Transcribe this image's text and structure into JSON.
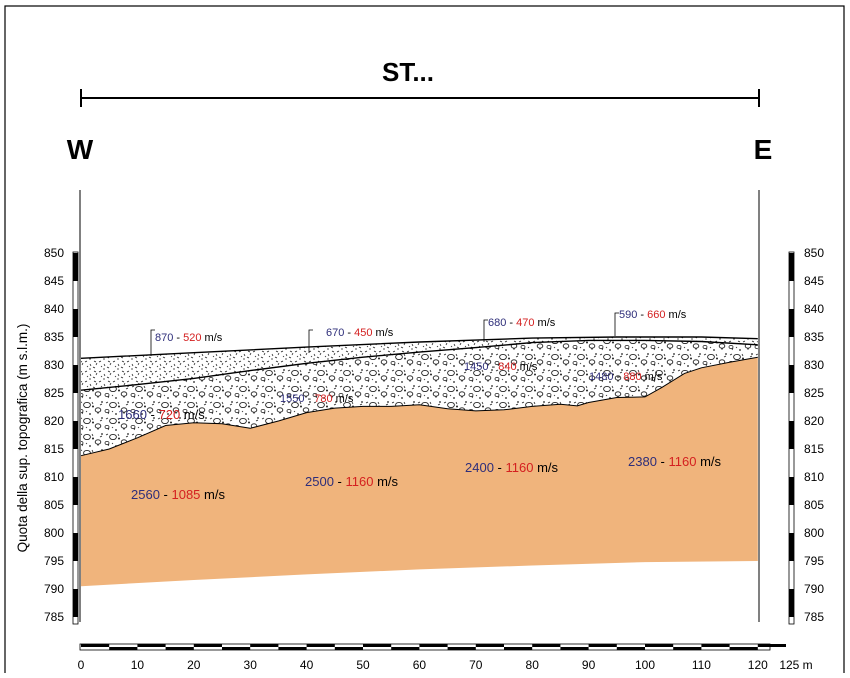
{
  "title": "ST...",
  "direction_left": "W",
  "direction_right": "E",
  "y_axis_label": "Quota della sup. topografica (m s.l.m.)",
  "y_ticks": [
    "850",
    "845",
    "840",
    "835",
    "830",
    "825",
    "820",
    "815",
    "810",
    "805",
    "800",
    "795",
    "790",
    "785"
  ],
  "x_ticks": [
    "0",
    "10",
    "20",
    "30",
    "40",
    "50",
    "60",
    "70",
    "80",
    "90",
    "100",
    "110",
    "120"
  ],
  "x_end_label": "125 m",
  "unit_suffix": "m/s",
  "colors": {
    "vp": "#2e2e7a",
    "vs": "#d42020",
    "bedrock": "#f0b47c",
    "frame": "#000000"
  },
  "layers": {
    "surface": [
      [
        0,
        831.2
      ],
      [
        20,
        832.2
      ],
      [
        40,
        833.2
      ],
      [
        60,
        834.1
      ],
      [
        80,
        834.8
      ],
      [
        95,
        835.0
      ],
      [
        110,
        835.0
      ],
      [
        120,
        834.7
      ]
    ],
    "interface_1": [
      [
        0,
        825.5
      ],
      [
        10,
        826.5
      ],
      [
        20,
        827.6
      ],
      [
        30,
        829.0
      ],
      [
        40,
        830.3
      ],
      [
        50,
        831.4
      ],
      [
        60,
        832.3
      ],
      [
        70,
        833.1
      ],
      [
        80,
        834.0
      ],
      [
        90,
        834.4
      ],
      [
        100,
        834.4
      ],
      [
        110,
        834.2
      ],
      [
        120,
        833.6
      ]
    ],
    "interface_2": [
      [
        0,
        813.8
      ],
      [
        5,
        815.0
      ],
      [
        10,
        817.0
      ],
      [
        15,
        819.2
      ],
      [
        20,
        819.7
      ],
      [
        25,
        819.5
      ],
      [
        30,
        818.7
      ],
      [
        35,
        820.0
      ],
      [
        40,
        821.5
      ],
      [
        45,
        822.3
      ],
      [
        50,
        822.6
      ],
      [
        55,
        822.6
      ],
      [
        60,
        822.9
      ],
      [
        65,
        822.2
      ],
      [
        70,
        821.8
      ],
      [
        75,
        822.0
      ],
      [
        80,
        822.6
      ],
      [
        85,
        823.0
      ],
      [
        88,
        822.7
      ],
      [
        90,
        823.3
      ],
      [
        95,
        824.2
      ],
      [
        100,
        824.3
      ],
      [
        103,
        826.0
      ],
      [
        107,
        828.5
      ],
      [
        110,
        829.5
      ],
      [
        115,
        830.5
      ],
      [
        120,
        831.4
      ]
    ],
    "bottom": [
      [
        0,
        790.5
      ],
      [
        20,
        791.6
      ],
      [
        40,
        792.6
      ],
      [
        60,
        793.5
      ],
      [
        80,
        794.2
      ],
      [
        100,
        794.8
      ],
      [
        120,
        795.0
      ]
    ]
  },
  "velocity_labels": [
    {
      "vp": "870",
      "vs": "520",
      "unit": "m/s",
      "leader": true
    },
    {
      "vp": "670",
      "vs": "450",
      "unit": "m/s",
      "leader": true
    },
    {
      "vp": "680",
      "vs": "470",
      "unit": "m/s",
      "leader": true
    },
    {
      "vp": "590",
      "vs": "660",
      "unit": "m/s",
      "leader": true
    },
    {
      "vp": "1450",
      "vs": "840",
      "unit": "m/s",
      "leader": false
    },
    {
      "vp": "1480",
      "vs": "880",
      "unit": "m/s",
      "leader": false
    },
    {
      "vp": "1550",
      "vs": "780",
      "unit": "m/s",
      "leader": false
    },
    {
      "vp": "1660",
      "vs": "720",
      "unit": "m/s",
      "leader": false
    },
    {
      "vp": "2560",
      "vs": "1085",
      "unit": "m/s",
      "leader": false
    },
    {
      "vp": "2500",
      "vs": "1160",
      "unit": "m/s",
      "leader": false
    },
    {
      "vp": "2400",
      "vs": "1160",
      "unit": "m/s",
      "leader": false
    },
    {
      "vp": "2380",
      "vs": "1160",
      "unit": "m/s",
      "leader": false
    }
  ]
}
